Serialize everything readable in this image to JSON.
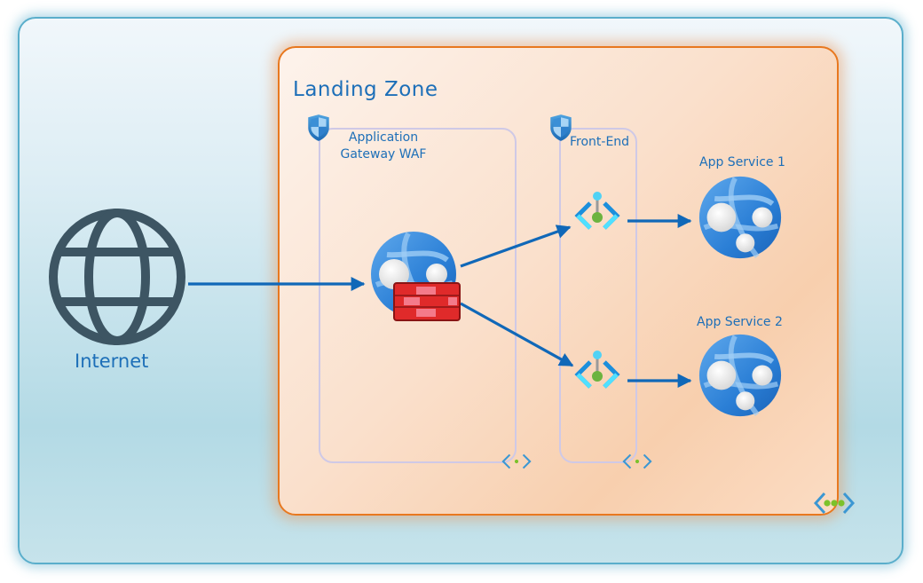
{
  "diagram": {
    "landing_zone": {
      "title": "Landing Zone"
    },
    "internet": {
      "label": "Internet",
      "icon": "globe-icon"
    },
    "subnets": [
      {
        "id": "app-gateway-subnet",
        "label_line1": "Application",
        "label_line2": "Gateway WAF",
        "icon": "nsg-shield-icon"
      },
      {
        "id": "front-end-subnet",
        "label": "Front-End",
        "icon": "nsg-shield-icon"
      }
    ],
    "nodes": [
      {
        "id": "app-gateway-waf",
        "icon": "web-app-with-firewall-icon"
      },
      {
        "id": "private-endpoint-1",
        "icon": "private-endpoint-icon"
      },
      {
        "id": "private-endpoint-2",
        "icon": "private-endpoint-icon"
      },
      {
        "id": "app-service-1",
        "label": "App Service 1",
        "icon": "app-service-icon"
      },
      {
        "id": "app-service-2",
        "label": "App Service 2",
        "icon": "app-service-icon"
      }
    ],
    "edges": [
      {
        "from": "internet",
        "to": "app-gateway-waf"
      },
      {
        "from": "app-gateway-waf",
        "to": "private-endpoint-1"
      },
      {
        "from": "app-gateway-waf",
        "to": "private-endpoint-2"
      },
      {
        "from": "private-endpoint-1",
        "to": "app-service-1"
      },
      {
        "from": "private-endpoint-2",
        "to": "app-service-2"
      }
    ],
    "colors": {
      "outer_border": "#5aaecb",
      "zone_border": "#e8781f",
      "arrow": "#1068b8",
      "label_text": "#1d6fb8",
      "globe": "#3d5563",
      "firewall": "#e02a2a"
    }
  }
}
